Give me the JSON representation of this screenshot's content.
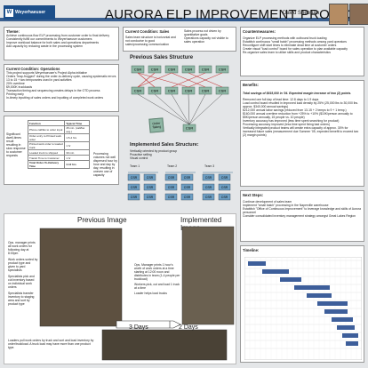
{
  "header": {
    "logo": "Weyerhaeuser",
    "title": "AURORA ELP IMPROVEMENT PROJECT",
    "author": "David Sheehan"
  },
  "theme": {
    "heading": "Theme:",
    "items": [
      "Achieve continuous flow ELP processing from customer order to final delivery",
      "Consistently fulfill our commitments to Weyerhaeuser customers",
      "Improve workload balance for both sales and operations departments",
      "Add capacity by reducing waste in the processing system"
    ]
  },
  "ops": {
    "heading": "Current Condition: Operations",
    "items": [
      "This project supports Weyerhaeuser's Project Alpha initiative",
      "Orders \"leap-frogged\" during the order-to-delivery cycle, causing systematic errors",
      "13 to 15 + two temporaries used in yard activities",
      "20% overtime",
      "$9,000K truckloads",
      "Transaction timing and sequencing creates delays in the OTD process",
      "Printing early",
      "In-timely inputting of sales orders and inputting of completed work orders"
    ]
  },
  "waste": {
    "note": "Significant dwell-times result resulting in slow response to customer requests",
    "col1": "Function",
    "col2": "Typical Time",
    "rows": [
      [
        "Phone call/fax to order input",
        "45 min. (call/fax avg.)"
      ],
      [
        "Order entry to Printed work order",
        "1.5-4 hrs"
      ],
      [
        "Printed work order to loaded truck",
        "1 hr"
      ],
      [
        "Loaded truck to shipped",
        "30 min"
      ],
      [
        "Transit Time to Customer",
        "1 hr"
      ],
      [
        "Total Order-To-Delivery Time",
        "4-12 hrs"
      ]
    ],
    "side": "Processing volumes not well dispersed hour by hour and day by day, resulting in uneven use of capacity"
  },
  "sales": {
    "heading": "Current Condition: Sales",
    "items": [
      "Sales team structure is horizontal and not conducive to good sales/processing communication"
    ],
    "items2": [
      "Sales process not driven by quantitative goals",
      "Operations capacity not visible to sales operation"
    ]
  },
  "prev": {
    "title": "Previous Sales Structure",
    "csr": "CSR",
    "order": "Order Taking"
  },
  "impl": {
    "title": "Implemented Sales Structure:",
    "items": [
      "Vertically oriented by product group",
      "Proactive selling",
      "Visual control"
    ],
    "teams": [
      "Team 1",
      "Team 2",
      "Team 3"
    ]
  },
  "counter": {
    "heading": "Countermeasures:",
    "items": [
      "Organize ELP processing methods with outbound truck loading",
      "Establish continuous \"small batch\" processing methods among yard operators",
      "Reconfigure shift start times to eliminate dead time at customer orders",
      "Create visual \"load control\" board for sales operation to plan available capacity",
      "Re-organize sales team to utilize skills and product characteristics"
    ]
  },
  "benefits": {
    "heading": "Benefits:",
    "headline": "Total savings of $615,000 in '04. Expected margin increase of two (2) points.",
    "items": [
      "Removed one full day of lead time: 12.8 days to 1.9 days",
      "Load control board resulted in improved load density by 25% (25,000 lbs to 30,000 lbs. approx. $340,000 annual savings)",
      "$212,000 annual labor savings (reduced from 13-15 + 2 temps to 9 + 1 temp.)",
      "$160,000 annual overtime reduction from +25% to +10% ($10K/person annually to $5K/person annually, 15 people vs. 10 people)",
      "Inventory accuracy has improved (less time spent searching for product)",
      "Processing accuracy improved (less time spent fixing bad orders)",
      "Vertically integrated product teams will create extra capacity of approx. 30% for increased future sales (measurement due Summer '05, expected benefit to exceed two (2) margin points)"
    ]
  },
  "next": {
    "heading": "Next Steps:",
    "items": [
      "Continue development of sales team",
      "Implement \"small batch\" processing in the Naperville warehouse",
      "Establish \"Office of Continuous Improvement\" to leverage knowledge and skills of Aurora personnel",
      "Consider consolidated inventory management strategy amongst Great Lakes Region"
    ]
  },
  "timeline": {
    "heading": "Timeline:"
  },
  "flow": {
    "prev": "Previous Image",
    "impl": "Implemented Image",
    "prev_notes": [
      "Ops. manager prints all work orders for following day at 8:00pm",
      "Work orders sorted by product type and given to yard specialists",
      "Specialists pick and cut inventory based on individual work orders",
      "Specialists transfer inventory to staging area and sort by product type"
    ],
    "prev_last": "Loaders pull work orders by truck and sort and load inventory by order/truckload. A truck load may have more than one product type.",
    "impl_notes": [
      "Ops. Manager prints 1 hour's worth of work orders at a time starting at 12:00 noon and distributes in team (1-4 people per truckload)",
      "Workers pick, cut and load 1 truck at a time",
      "Loader helps load trucks"
    ],
    "arrow_prev": "3 Days",
    "arrow_impl": "2 Days"
  }
}
